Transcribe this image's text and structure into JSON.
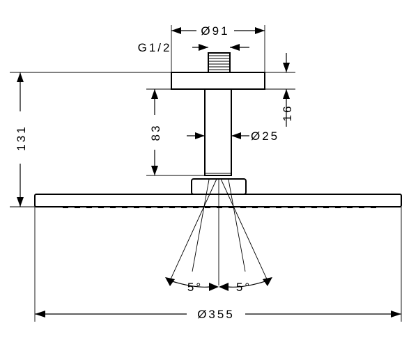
{
  "dimensions": {
    "mount_diameter": "Ø91",
    "thread": "G1/2",
    "total_height": "131",
    "arm_length": "83",
    "plate_height": "16",
    "arm_diameter": "Ø25",
    "spray_angle_left": "5°",
    "spray_angle_right": "5°",
    "head_diameter": "Ø355"
  }
}
